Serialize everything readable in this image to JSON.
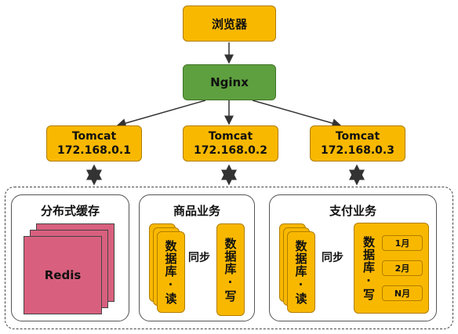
{
  "browser": {
    "label": "浏览器"
  },
  "nginx": {
    "label": "Nginx"
  },
  "tomcats": [
    {
      "name": "Tomcat",
      "ip": "172.168.0.1"
    },
    {
      "name": "Tomcat",
      "ip": "172.168.0.2"
    },
    {
      "name": "Tomcat",
      "ip": "172.168.0.3"
    }
  ],
  "cache": {
    "title": "分布式缓存",
    "redis": "Redis"
  },
  "product": {
    "title": "商品业务",
    "read_db": "数据库·读",
    "sync": "同步",
    "write_db": "数据库·写"
  },
  "payment": {
    "title": "支付业务",
    "read_db": "数据库·读",
    "sync": "同步",
    "write_db": "数据库·写",
    "shards": [
      "1月",
      "2月",
      "N月"
    ]
  },
  "colors": {
    "node": "#f9b800",
    "nginx": "#5ea03f",
    "redis": "#d8607e"
  }
}
